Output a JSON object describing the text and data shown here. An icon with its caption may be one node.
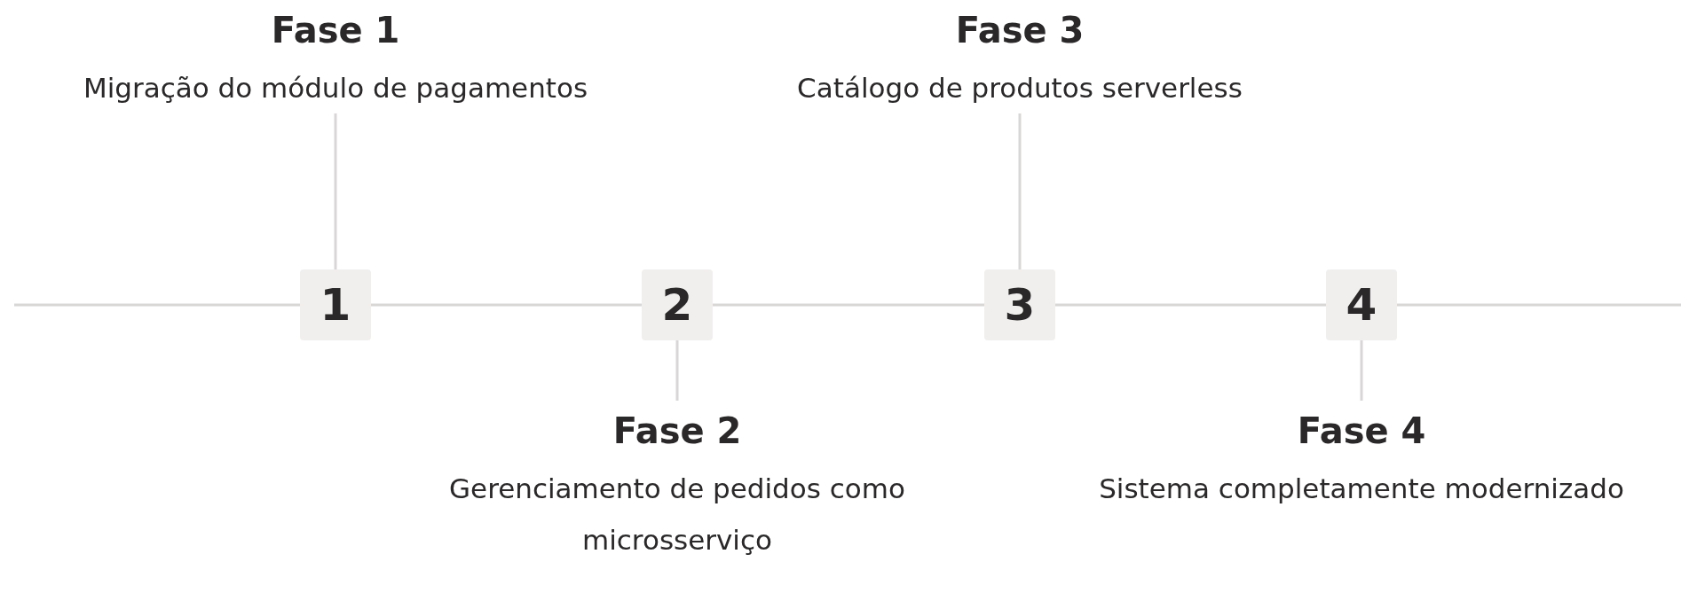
{
  "diagram": {
    "nodes": [
      {
        "text": [
          "Fase 1",
          "Migração do módulo de pagamentos"
        ]
      },
      {
        "text": [
          "1"
        ]
      },
      {
        "text": [
          "2"
        ]
      },
      {
        "text": [
          "Fase 2",
          "Gerenciamento de pedidos como microsserviço"
        ]
      },
      {
        "text": [
          "Fase 3",
          "Catálogo de produtos serverless"
        ]
      },
      {
        "text": [
          "3"
        ]
      },
      {
        "text": [
          "4"
        ]
      },
      {
        "text": [
          "Fase 4",
          "Sistema completamente modernizado"
        ]
      }
    ],
    "edges": [
      {
        "from": null,
        "to": 1,
        "arrow": "none"
      },
      {
        "from": 1,
        "to": 2,
        "arrow": "none"
      },
      {
        "from": 2,
        "to": 5,
        "arrow": "none"
      },
      {
        "from": 5,
        "to": 6,
        "arrow": "none"
      },
      {
        "from": 6,
        "to": null,
        "arrow": "none"
      },
      {
        "from": 0,
        "to": 1,
        "arrow": "none"
      },
      {
        "from": 2,
        "to": 3,
        "arrow": "none"
      },
      {
        "from": 4,
        "to": 5,
        "arrow": "none"
      },
      {
        "from": 6,
        "to": 7,
        "arrow": "none"
      }
    ]
  }
}
